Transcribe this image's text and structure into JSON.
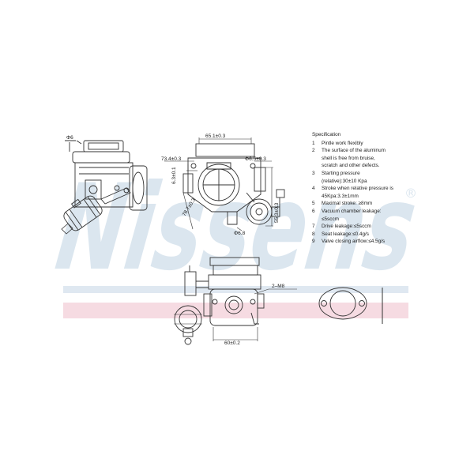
{
  "brand": {
    "name": "Nissens",
    "registered": "®",
    "color": "#dbe6ef",
    "band_blue": "#dfe8f1",
    "band_pink": "#f6dbe2"
  },
  "dimensions": {
    "d_hole": "Φ6",
    "width_top": "65.1±0.3",
    "pitch_left": "73.4±0.3",
    "gap": "6.3±0.1",
    "pitch_right": "Φ6.5±0.3",
    "diag": "78.7±0.3",
    "height_right": "55.3±0.3",
    "base_hole": "Φ6.8",
    "bolt": "2–M8",
    "flange_width": "60±0.2"
  },
  "specification": {
    "title": "Specification",
    "items": [
      {
        "n": "1",
        "text": "Pintle work flexibly"
      },
      {
        "n": "2",
        "text": "The surface of the aluminum\nshell is free from bruise,\nscratch and other defects."
      },
      {
        "n": "3",
        "text": "Starting pressure\n(relative):30±10 Kpa"
      },
      {
        "n": "4",
        "text": "Stroke when relative pressure is\n45Kpa:3.3±1mm"
      },
      {
        "n": "5",
        "text": "Maximal stroke: ≥8mm"
      },
      {
        "n": "6",
        "text": "Vacuum chamber leakage:\n≤5sccm"
      },
      {
        "n": "7",
        "text": "Drive leakage:≤5sccm"
      },
      {
        "n": "8",
        "text": "Seat leakage:≤0.4g/s"
      },
      {
        "n": "9",
        "text": "Valve closing airflow:≤4.5g/s"
      }
    ]
  }
}
